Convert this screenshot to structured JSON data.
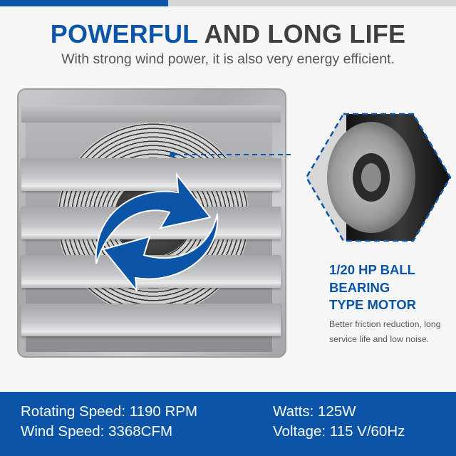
{
  "header": {
    "title_highlight": "POWERFUL",
    "title_rest": "AND LONG LIFE",
    "subtitle": "With strong wind power, it is also very energy efficient."
  },
  "colors": {
    "brand_blue": "#0a55a7",
    "title_dark": "#3f3f41",
    "top_bar_gray": "#d5d5d5"
  },
  "product_image": {
    "subject": "shutter-exhaust-fan",
    "overlay_icon": "rotation-arrows-icon",
    "callout_icon": "motor-closeup-hexagon"
  },
  "motor_feature": {
    "title_lines": [
      "1/20 HP BALL",
      "BEARING",
      "TYPE MOTOR"
    ],
    "description": "Better friction reduction, long service life and low noise."
  },
  "specs": {
    "rotating_speed": "Rotating Speed: 1190 RPM",
    "wind_speed": "Wind Speed: 3368CFM",
    "watts": "Watts: 125W",
    "voltage": "Voltage: 115 V/60Hz"
  }
}
